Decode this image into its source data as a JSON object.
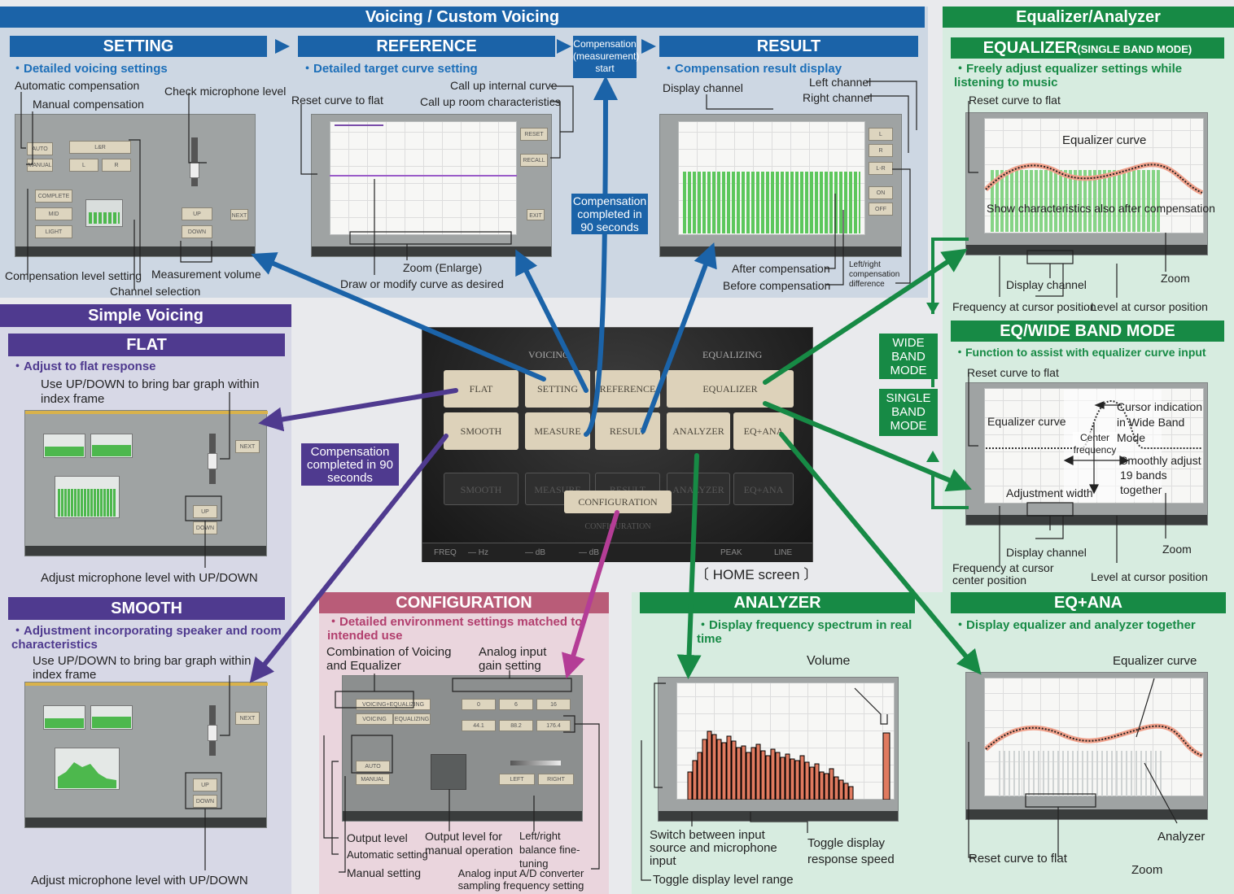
{
  "voicing": {
    "title": "Voicing / Custom Voicing",
    "setting": {
      "title": "SETTING",
      "subtitle": "・Detailed voicing settings",
      "labels": [
        "Automatic compensation",
        "Manual compensation",
        "Check microphone level",
        "Compensation level setting",
        "Measurement volume",
        "Channel selection"
      ]
    },
    "reference": {
      "title": "REFERENCE",
      "subtitle": "・Detailed target curve setting",
      "labels": [
        "Reset curve to flat",
        "Call up internal curve",
        "Call up room characteristics",
        "Zoom (Enlarge)",
        "Draw or modify curve as desired"
      ]
    },
    "comp_start": "Compensation (measurement) start",
    "comp_done": "Compensation completed in 90 seconds",
    "result": {
      "title": "RESULT",
      "subtitle": "・Compensation result display",
      "labels": [
        "Display channel",
        "Left channel",
        "Right channel",
        "After compensation",
        "Before compensation",
        "Left/right compensation difference"
      ]
    }
  },
  "eqa": {
    "title": "Equalizer/Analyzer",
    "equalizer": {
      "title": "EQUALIZER",
      "title_mode": "(SINGLE BAND MODE)",
      "subtitle": "・Freely adjust equalizer settings while listening to music",
      "labels": [
        "Reset curve to flat",
        "Equalizer curve",
        "Show characteristics also after compensation",
        "Display channel",
        "Zoom",
        "Frequency at cursor position",
        "Level at cursor position"
      ]
    },
    "wide": {
      "title": "EQ/WIDE BAND MODE",
      "subtitle": "・Function to assist with equalizer curve input",
      "labels": [
        "Reset curve to flat",
        "Cursor indication in Wide Band Mode",
        "Equalizer curve",
        "Center frequency",
        "Smoothly adjust 19 bands together",
        "Adjustment width",
        "Display channel",
        "Zoom",
        "Frequency at cursor center position",
        "Level at cursor position"
      ]
    },
    "mode_wide": "WIDE BAND MODE",
    "mode_single": "SINGLE BAND MODE"
  },
  "simple": {
    "title": "Simple Voicing",
    "flat": {
      "title": "FLAT",
      "subtitle": "・Adjust to flat response",
      "labels": [
        "Use UP/DOWN to bring bar graph within index frame",
        "Adjust microphone level with UP/DOWN"
      ]
    },
    "comp_done": "Compensation completed in 90 seconds",
    "smooth": {
      "title": "SMOOTH",
      "subtitle": "・Adjustment incorporating speaker and room characteristics",
      "labels": [
        "Use UP/DOWN to bring bar graph within index frame",
        "Adjust microphone level with UP/DOWN"
      ]
    }
  },
  "home": {
    "caption": "〔 HOME screen 〕",
    "sec_voicing": "VOICING",
    "sec_eq": "EQUALIZING",
    "buttons": [
      "FLAT",
      "SETTING",
      "REFERENCE",
      "EQUALIZER",
      "SMOOTH",
      "MEASURE",
      "RESULT",
      "ANALYZER",
      "EQ+ANA"
    ],
    "ghosts": [
      "SMOOTH",
      "MEASURE",
      "RESULT",
      "ANALYZER",
      "EQ+ANA"
    ],
    "config_btn": "CONFIGURATION",
    "config_ghost": "CONFIGURATION",
    "status": [
      "FREQ",
      "— Hz",
      "— dB",
      "— dB",
      "PEAK",
      "LINE"
    ]
  },
  "config": {
    "title": "CONFIGURATION",
    "subtitle": "・Detailed environment settings matched to intended use",
    "labels": [
      "Combination of Voicing and Equalizer",
      "Analog input gain setting",
      "Output level",
      "Automatic setting",
      "Manual setting",
      "Output level for manual operation",
      "Left/right balance fine-tuning",
      "Analog input A/D converter sampling frequency setting"
    ]
  },
  "analyzer": {
    "title": "ANALYZER",
    "subtitle": "・Display frequency spectrum in real time",
    "labels": [
      "Volume",
      "Switch between input source and microphone input",
      "Toggle display response speed",
      "Toggle display level range"
    ]
  },
  "eqana": {
    "title": "EQ+ANA",
    "subtitle": "・Display equalizer and analyzer together",
    "labels": [
      "Equalizer curve",
      "Analyzer",
      "Reset curve to flat",
      "Zoom"
    ]
  },
  "colors": {
    "blue": "#1b63a8",
    "green": "#178a45",
    "purple": "#4f3a8f",
    "rose": "#b95c78"
  }
}
